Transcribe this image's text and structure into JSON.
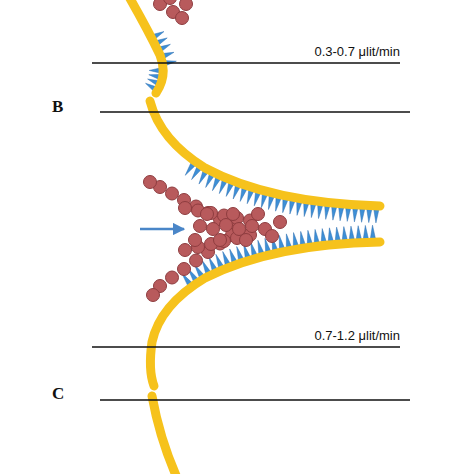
{
  "diagram": {
    "labels": [
      "0.3-0.7 μlit/min",
      "B",
      "0.7-1.2 μlit/min",
      "C"
    ]
  }
}
